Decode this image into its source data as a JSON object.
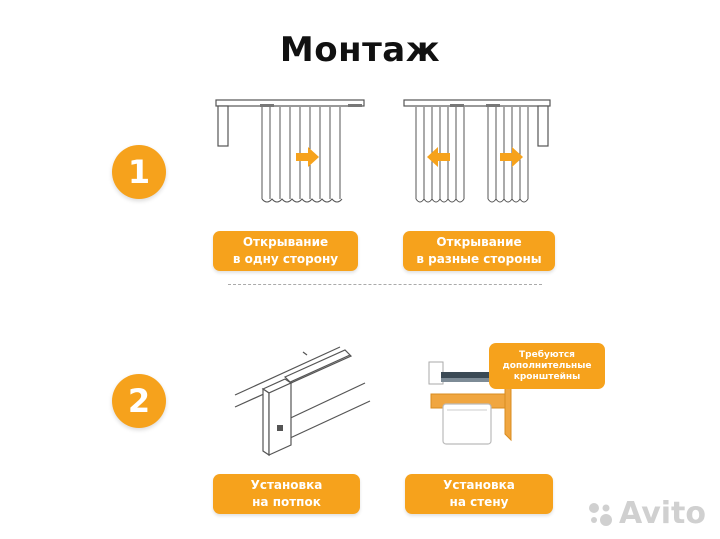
{
  "title": "Монтаж",
  "steps": [
    {
      "number": "1",
      "options": [
        {
          "line1": "Открывание",
          "line2": "в одну сторону"
        },
        {
          "line1": "Открывание",
          "line2": "в разные стороны"
        }
      ]
    },
    {
      "number": "2",
      "options": [
        {
          "line1": "Установка",
          "line2": "на потпок"
        },
        {
          "line1": "Установка",
          "line2": "на стену"
        }
      ]
    }
  ],
  "note": {
    "line1": "Требуются",
    "line2": "дополнительные",
    "line3": "кронштейны"
  },
  "watermark": "Avito",
  "colors": {
    "accent": "#f6a21c",
    "line": "#555555"
  }
}
